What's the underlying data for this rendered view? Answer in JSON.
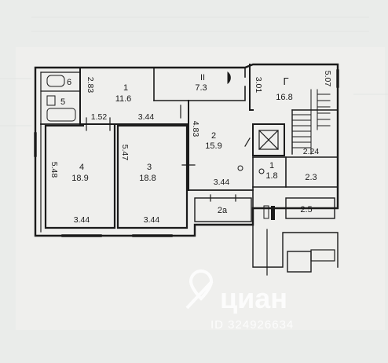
{
  "colors": {
    "background": "#e9ebea",
    "paper": "#ededeb",
    "ink": "#1b1b1b",
    "watermark": "#ffffff"
  },
  "rooms": [
    {
      "id": "6",
      "number": "6",
      "area": ""
    },
    {
      "id": "5",
      "number": "5",
      "area": ""
    },
    {
      "id": "1",
      "number": "1",
      "area": "11.6"
    },
    {
      "id": "II",
      "number": "II",
      "area": "7.3"
    },
    {
      "id": "G",
      "number": "Г",
      "area": "16.8"
    },
    {
      "id": "2",
      "number": "2",
      "area": "15.9"
    },
    {
      "id": "4",
      "number": "4",
      "area": "18.9"
    },
    {
      "id": "3",
      "number": "3",
      "area": "18.8"
    },
    {
      "id": "1b",
      "number": "1",
      "area": "1.8"
    },
    {
      "id": "2a",
      "number": "2а",
      "area": ""
    },
    {
      "id": "r23",
      "number": "",
      "area": "2.3"
    },
    {
      "id": "r25",
      "number": "",
      "area": "2.5"
    }
  ],
  "dimensions": [
    "2.83",
    "3.01",
    "5.07",
    "1.52",
    "3.44",
    "4.83",
    "5.47",
    "5.48",
    "2.24",
    "3.44",
    "3.44",
    "3.44"
  ],
  "watermark": {
    "brand": "циан",
    "id_text": "ID 324926634",
    "icon": "location-pin-icon"
  }
}
